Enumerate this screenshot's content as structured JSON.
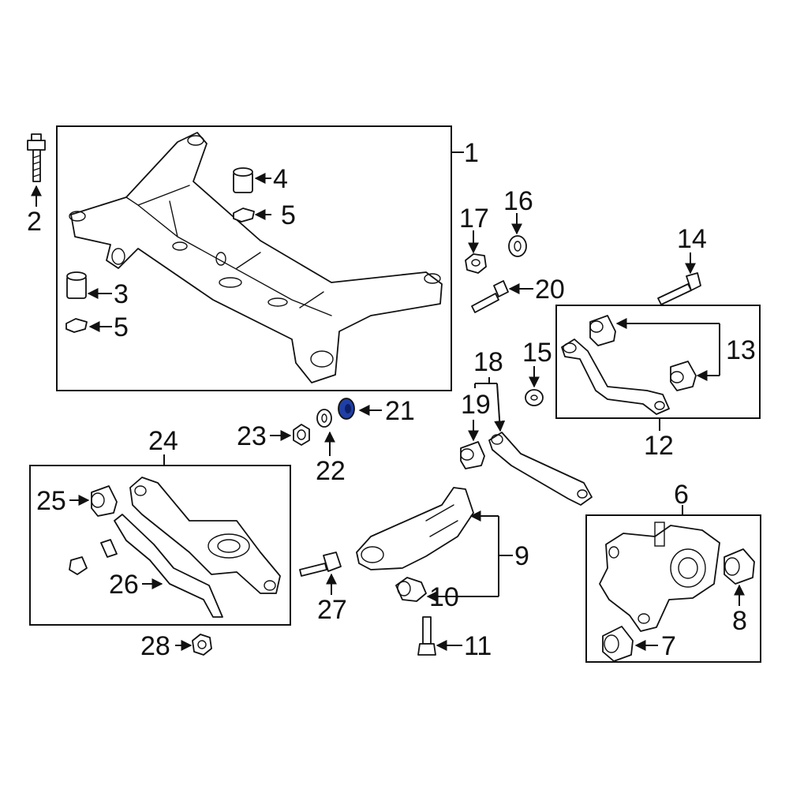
{
  "colors": {
    "ink": "#111111",
    "highlight": "#1f3fa6",
    "background": "#ffffff"
  },
  "callouts": {
    "c1": "1",
    "c2": "2",
    "c3": "3",
    "c4": "4",
    "c5a": "5",
    "c5b": "5",
    "c6": "6",
    "c7": "7",
    "c8": "8",
    "c9": "9",
    "c10": "10",
    "c11": "11",
    "c12": "12",
    "c13": "13",
    "c14": "14",
    "c15": "15",
    "c16": "16",
    "c17": "17",
    "c18": "18",
    "c19": "19",
    "c20": "20",
    "c21": "21",
    "c22": "22",
    "c23": "23",
    "c24": "24",
    "c25": "25",
    "c26": "26",
    "c27": "27",
    "c28": "28"
  },
  "highlighted_part": "21"
}
